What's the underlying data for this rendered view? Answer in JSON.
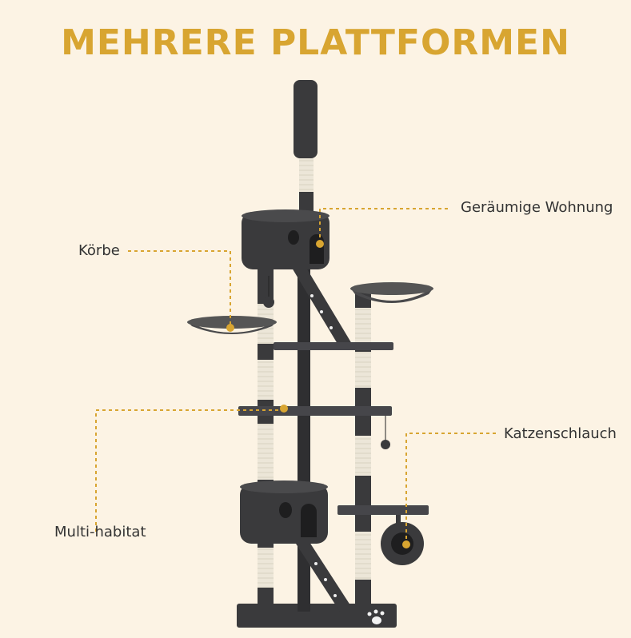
{
  "heading": "MEHRERE PLATTFORMEN",
  "labels": {
    "apartment": "Geräumige Wohnung",
    "baskets": "Körbe",
    "tunnel": "Katzenschlauch",
    "multi_habitat": "Multi-habitat"
  },
  "colors": {
    "background": "#fcf3e4",
    "accent": "#d8a531",
    "plush": "#3a3a3c",
    "sisal": "#ece6d8"
  }
}
